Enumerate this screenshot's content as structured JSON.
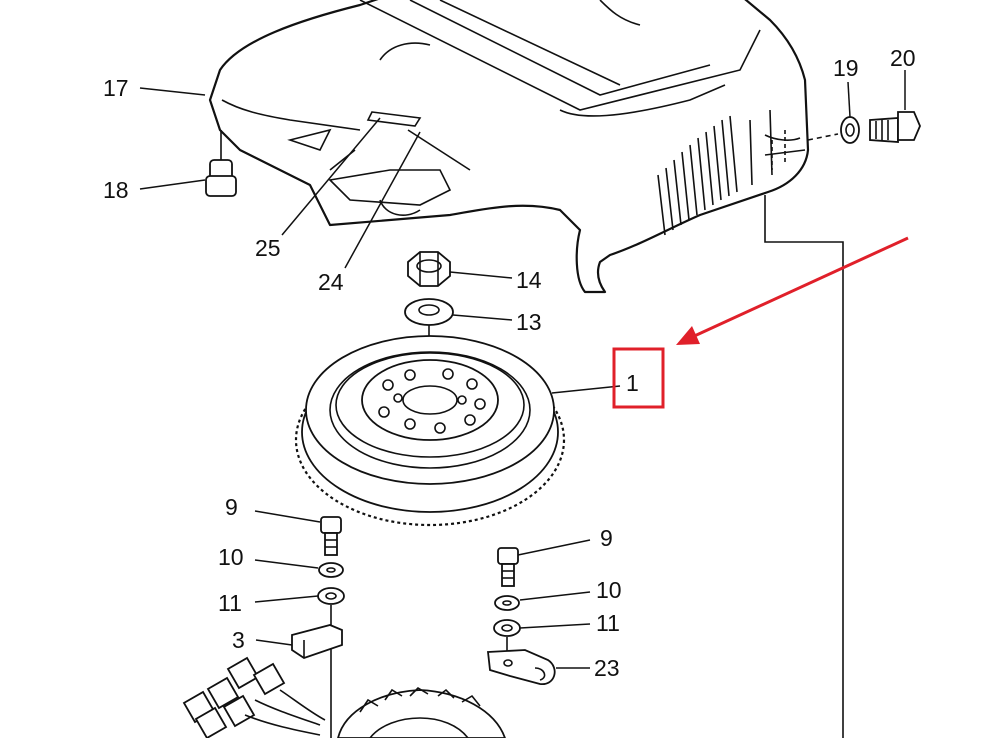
{
  "callouts": [
    {
      "id": "17",
      "text": "17"
    },
    {
      "id": "18",
      "text": "18"
    },
    {
      "id": "19",
      "text": "19"
    },
    {
      "id": "20",
      "text": "20"
    },
    {
      "id": "25",
      "text": "25"
    },
    {
      "id": "24",
      "text": "24"
    },
    {
      "id": "14",
      "text": "14"
    },
    {
      "id": "13",
      "text": "13"
    },
    {
      "id": "1",
      "text": "1"
    },
    {
      "id": "9a",
      "text": "9"
    },
    {
      "id": "9b",
      "text": "9"
    },
    {
      "id": "10a",
      "text": "10"
    },
    {
      "id": "10b",
      "text": "10"
    },
    {
      "id": "11a",
      "text": "11"
    },
    {
      "id": "11b",
      "text": "11"
    },
    {
      "id": "3",
      "text": "3"
    },
    {
      "id": "23",
      "text": "23"
    }
  ],
  "highlight": {
    "target": "1",
    "color": "#e0202a"
  }
}
